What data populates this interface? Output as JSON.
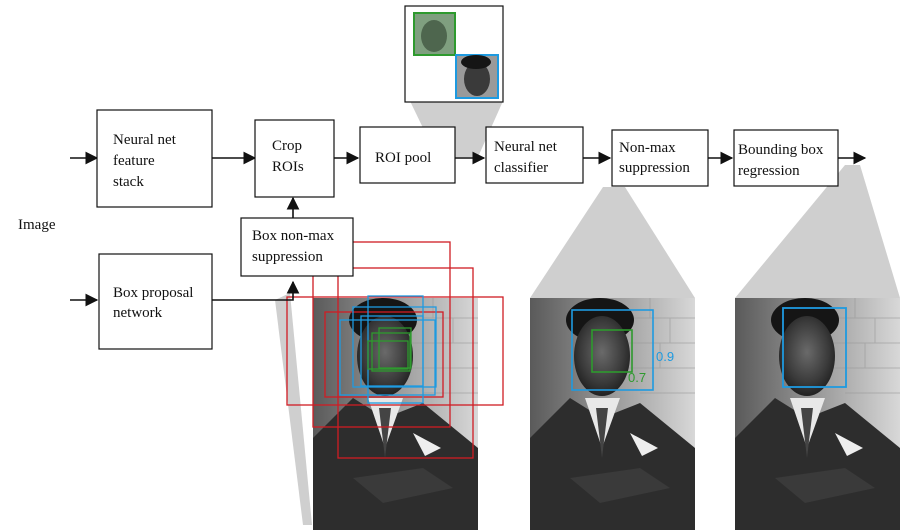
{
  "input_label": "Image",
  "blocks": {
    "feature_stack": [
      "Neural net",
      "feature",
      "stack"
    ],
    "crop_rois": [
      "Crop",
      "ROIs"
    ],
    "roi_pool": [
      "ROI pool"
    ],
    "classifier": [
      "Neural net",
      "classifier"
    ],
    "nms": [
      "Non-max",
      "suppression"
    ],
    "bbox_regression": [
      "Bounding box",
      "regression"
    ],
    "box_nms": [
      "Box non-max",
      "suppression"
    ],
    "proposal_network": [
      "Box proposal",
      "network"
    ]
  },
  "scores": {
    "blue": "0.9",
    "green": "0.7"
  },
  "colors": {
    "proposal_red": "#d01c24",
    "candidate_blue": "#1e9ae0",
    "candidate_green": "#2e9a2e",
    "callout_gray": "#cfcfcf"
  }
}
